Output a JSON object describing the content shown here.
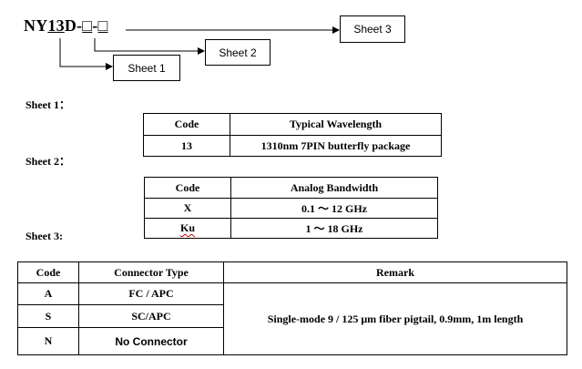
{
  "model": {
    "prefix": "NY",
    "code": "13",
    "suffix": "D-",
    "placeholder1": "□",
    "dash": "-",
    "placeholder2": "□"
  },
  "boxes": {
    "sheet3": "Sheet 3",
    "sheet2": "Sheet 2",
    "sheet1": "Sheet 1"
  },
  "sheet1": {
    "heading": "Sheet 1：",
    "headers": [
      "Code",
      "Typical Wavelength"
    ],
    "rows": [
      [
        "13",
        "1310nm 7PIN butterfly package"
      ]
    ]
  },
  "sheet2": {
    "heading": "Sheet 2：",
    "headers": [
      "Code",
      "Analog Bandwidth"
    ],
    "rows": [
      [
        "X",
        "0.1 ～ 12 GHz"
      ],
      [
        "Ku",
        "1 ～ 18 GHz"
      ]
    ]
  },
  "sheet3": {
    "heading": "Sheet 3:",
    "headers": [
      "Code",
      "Connector Type",
      "Remark"
    ],
    "rows": [
      [
        "A",
        "FC / APC"
      ],
      [
        "S",
        "SC/APC"
      ],
      [
        "N",
        "No Connector"
      ]
    ],
    "remark": "Single-mode 9 / 125 μm fiber pigtail, 0.9mm, 1m length"
  }
}
